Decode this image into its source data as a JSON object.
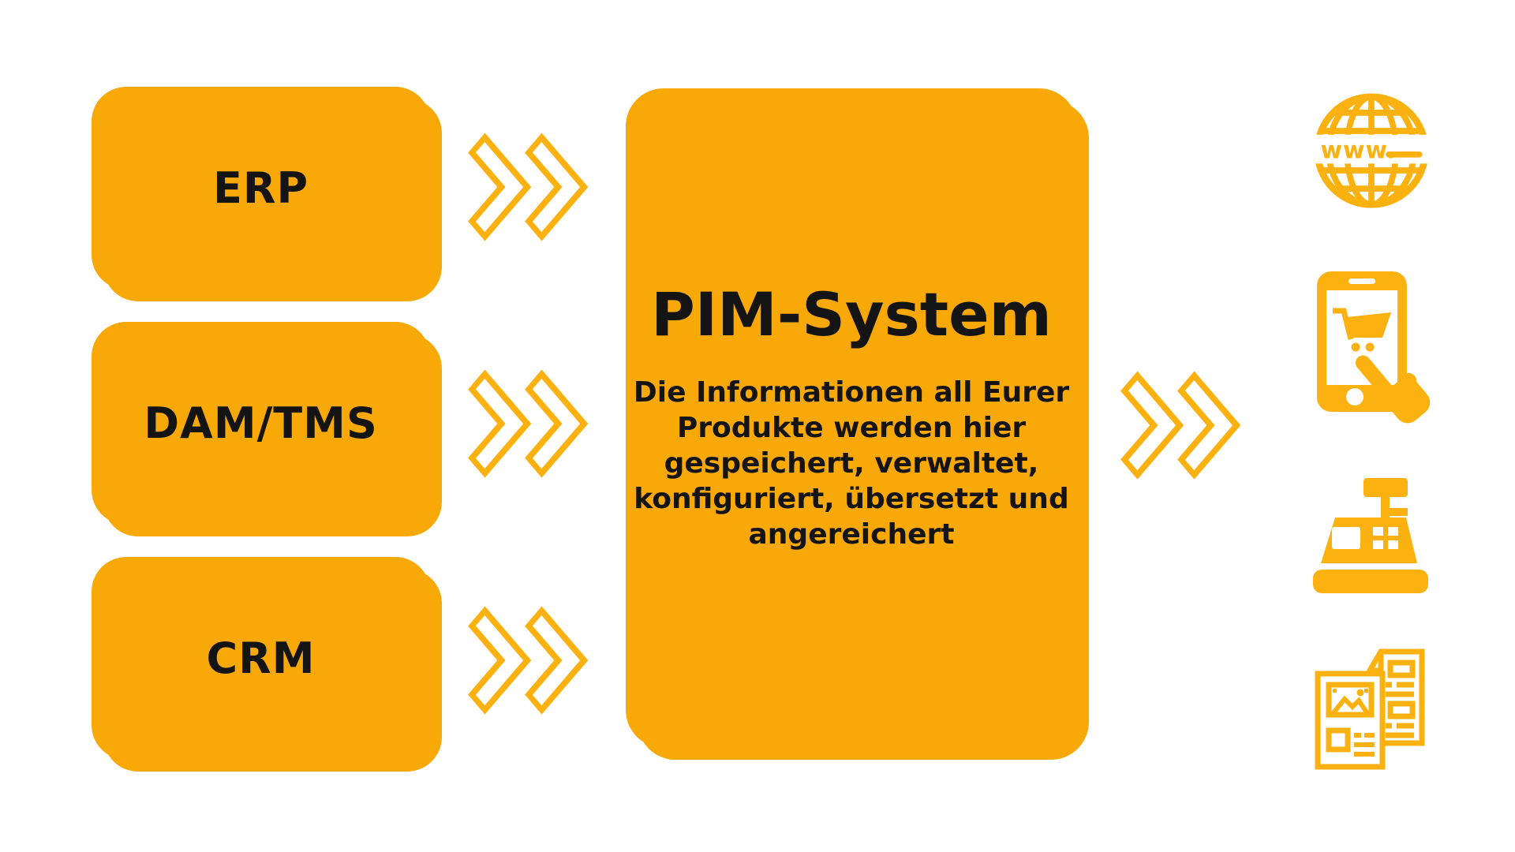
{
  "palette": {
    "background": "#FFFFFF",
    "box_fill": "#F8A807",
    "accent": "#FBB110",
    "text": "#141414"
  },
  "sources": [
    {
      "label": "ERP"
    },
    {
      "label": "DAM/TMS"
    },
    {
      "label": "CRM"
    }
  ],
  "pim": {
    "title": "PIM-System",
    "description_lines": [
      "Die Informationen all Eurer",
      "Produkte werden hier",
      "gespeichert, verwaltet,",
      "konfiguriert, übersetzt und",
      "angereichert"
    ]
  },
  "globe": {
    "label": "www."
  },
  "channels": [
    {
      "icon": "website-globe-icon"
    },
    {
      "icon": "mobile-shop-icon"
    },
    {
      "icon": "cash-register-icon"
    },
    {
      "icon": "print-brochure-icon"
    }
  ]
}
